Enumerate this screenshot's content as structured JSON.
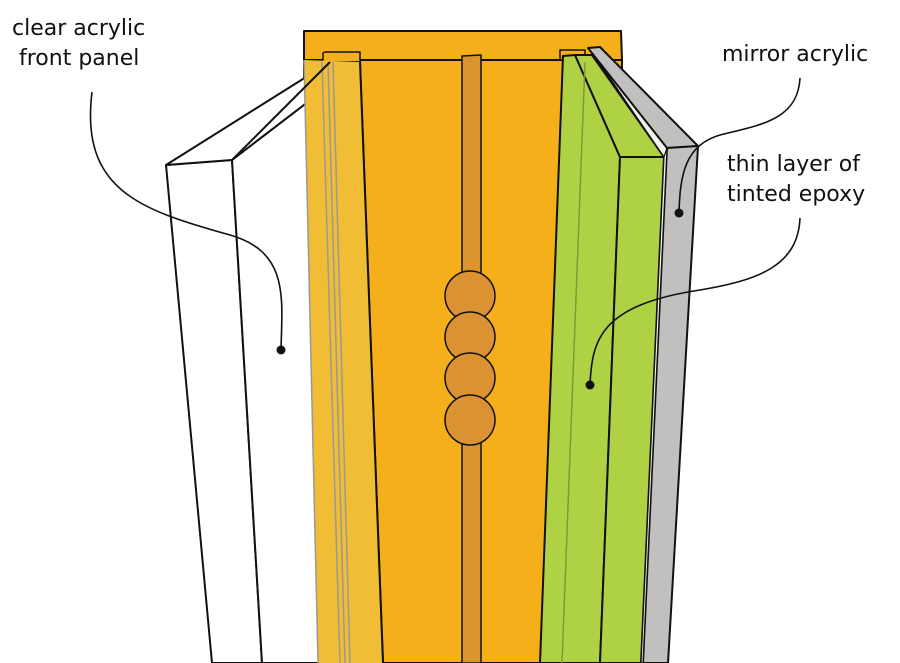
{
  "labels": {
    "front_panel": [
      "clear acrylic",
      "front panel"
    ],
    "mirror": [
      "mirror acrylic"
    ],
    "epoxy": [
      "thin layer of",
      "tinted epoxy"
    ]
  },
  "colors": {
    "orange": "#F4AF1B",
    "strip": "#D9962F",
    "bead": "#DB9233",
    "clear_over_orange": "#F0BD35",
    "green": "#AFD245",
    "mirror": "#C0C0BE"
  }
}
